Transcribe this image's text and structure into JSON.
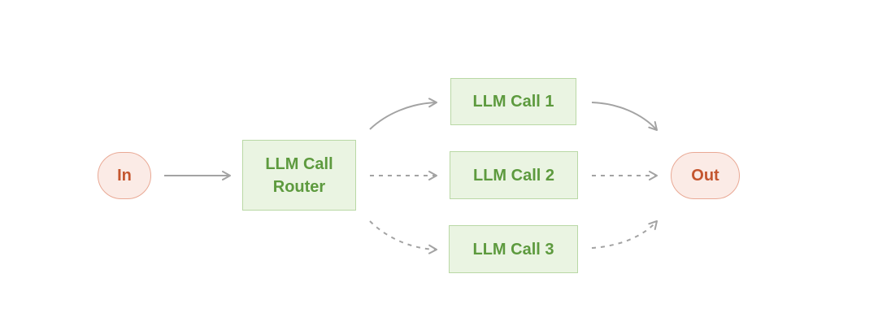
{
  "diagram": {
    "nodes": {
      "input": "In",
      "router": "LLM Call\nRouter",
      "call_1": "LLM Call 1",
      "call_2": "LLM Call 2",
      "call_3": "LLM Call 3",
      "output": "Out"
    },
    "edges": [
      {
        "from": "input",
        "to": "router",
        "style": "solid"
      },
      {
        "from": "router",
        "to": "call_1",
        "style": "solid"
      },
      {
        "from": "router",
        "to": "call_2",
        "style": "dotted"
      },
      {
        "from": "router",
        "to": "call_3",
        "style": "dotted"
      },
      {
        "from": "call_1",
        "to": "output",
        "style": "solid"
      },
      {
        "from": "call_2",
        "to": "output",
        "style": "dotted"
      },
      {
        "from": "call_3",
        "to": "output",
        "style": "dotted"
      }
    ]
  },
  "colors": {
    "terminal_fill": "#fbebe6",
    "terminal_border": "#e9a995",
    "terminal_text": "#c4562f",
    "llm_fill": "#eaf4e2",
    "llm_border": "#b9d8a5",
    "llm_text": "#5d9a3e",
    "arrow": "#a3a3a3"
  }
}
